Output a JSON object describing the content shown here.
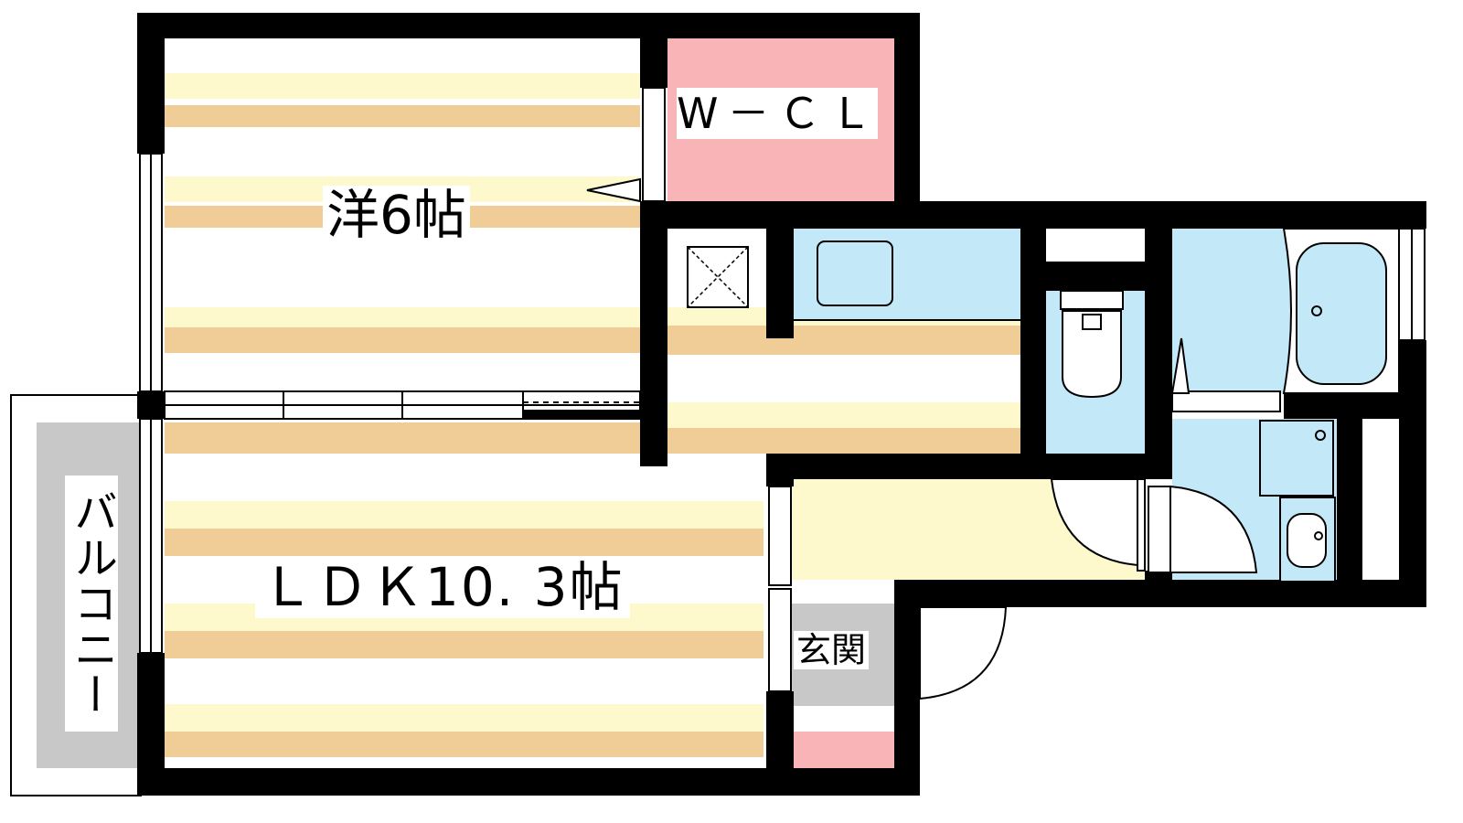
{
  "rooms": {
    "western_room": "洋6帖",
    "walk_in_closet": "W－ＣＬ",
    "ldk": "ＬＤＫ10. 3帖",
    "entrance": "玄関",
    "balcony": "バルコニー"
  },
  "colors": {
    "wall": "#000000",
    "floor_stripe_light": "#fef9cc",
    "floor_stripe_dark": "#f0cc96",
    "closet": "#f8b4b6",
    "wet_area": "#c3e8f8",
    "entrance_hall": "#fef9cc",
    "balcony_fill": "#c8c8c8",
    "genkan_floor": "#c8c8c8"
  },
  "icons": [
    "bathtub-icon",
    "toilet-icon",
    "washbasin-icon",
    "kitchen-sink-icon",
    "refrigerator-space-icon",
    "door-swing-icon"
  ]
}
